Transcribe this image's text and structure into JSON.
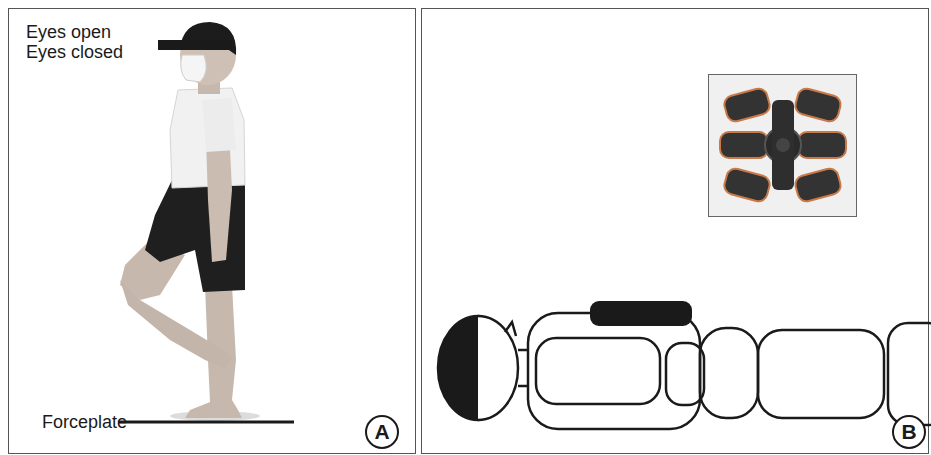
{
  "diagram": {
    "nodes": [
      {
        "text": [
          "A"
        ]
      },
      {
        "text": [
          "B"
        ]
      }
    ],
    "labels": [
      "Eyes open",
      "Eyes closed",
      "Forceplate"
    ]
  }
}
